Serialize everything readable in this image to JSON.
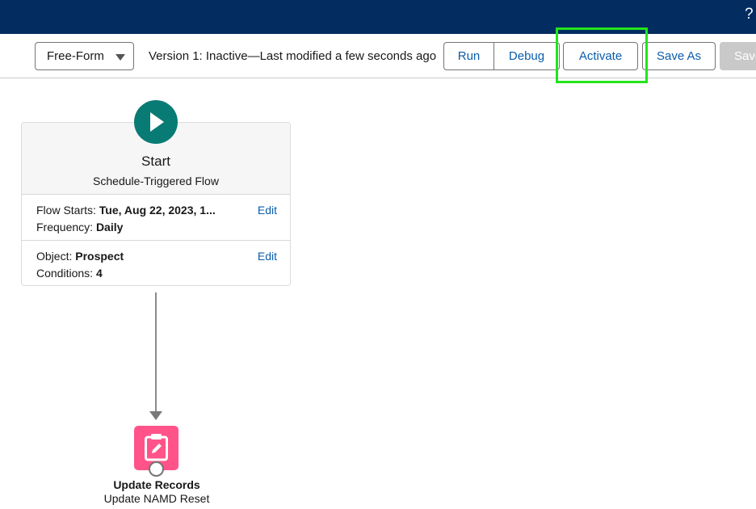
{
  "topbar": {
    "help_glyph": "?"
  },
  "toolbar": {
    "mode_select": "Free-Form",
    "version_status": "Version 1: Inactive—Last modified a few seconds ago",
    "run_label": "Run",
    "debug_label": "Debug",
    "activate_label": "Activate",
    "save_as_label": "Save As",
    "save_label": "Save"
  },
  "start_node": {
    "title": "Start",
    "subtitle": "Schedule-Triggered Flow",
    "flow_starts_label": "Flow Starts:",
    "flow_starts_value": "Tue, Aug 22, 2023, 1...",
    "frequency_label": "Frequency:",
    "frequency_value": "Daily",
    "schedule_edit": "Edit",
    "object_label": "Object:",
    "object_value": "Prospect",
    "conditions_label": "Conditions:",
    "conditions_value": "4",
    "object_edit": "Edit"
  },
  "update_node": {
    "title": "Update Records",
    "subtitle": "Update NAMD Reset"
  },
  "icons": {
    "start": "play-icon",
    "update": "clipboard-edit-icon",
    "chevron": "chevron-down-icon"
  },
  "colors": {
    "topbar": "#032d60",
    "start_icon": "#087b74",
    "update_icon": "#ff538a",
    "link": "#0b5cab",
    "highlight": "#22e51b"
  }
}
